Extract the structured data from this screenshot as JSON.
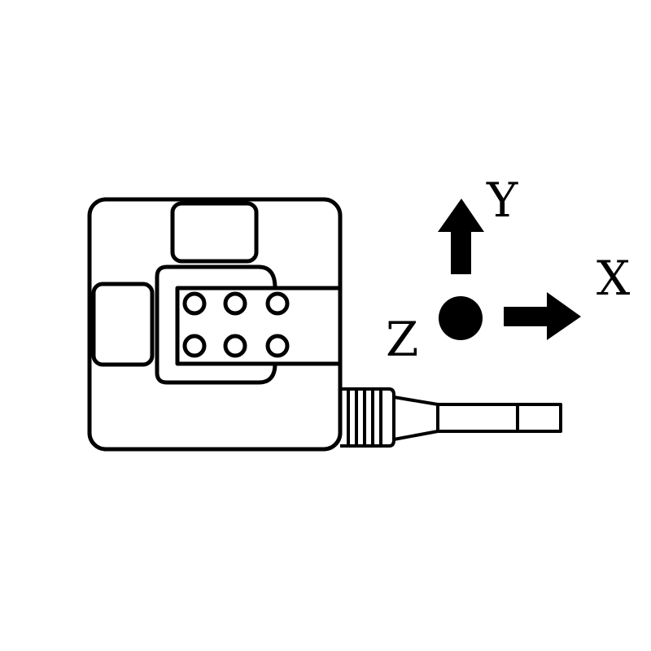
{
  "diagram": {
    "axes": {
      "y_label": "Y",
      "x_label": "X",
      "z_label": "Z"
    },
    "colors": {
      "stroke": "#000000",
      "background": "#ffffff"
    }
  }
}
